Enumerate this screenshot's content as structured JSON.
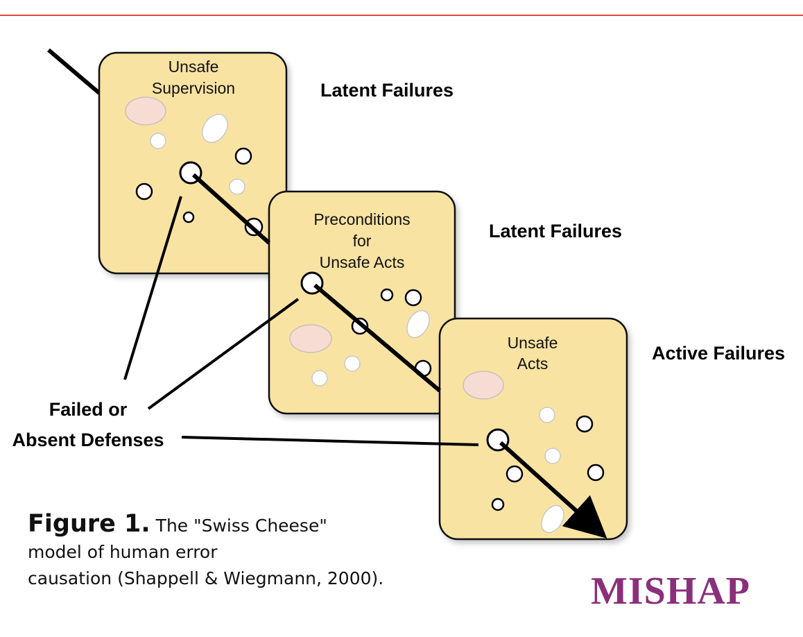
{
  "colors": {
    "rule": "#d9493a",
    "slice_fill": "#f9e3a3",
    "slice_stroke": "#111111",
    "pink_hole": "#f6dcd3",
    "brand": "#8a2f7a"
  },
  "slices": [
    {
      "label_lines": [
        "Unsafe",
        "Supervision"
      ]
    },
    {
      "label_lines": [
        "Preconditions",
        "for",
        "Unsafe Acts"
      ]
    },
    {
      "label_lines": [
        "Unsafe",
        "Acts"
      ]
    }
  ],
  "failure_labels": [
    "Latent Failures",
    "Latent Failures",
    "Active Failures"
  ],
  "defenses_label": [
    "Failed or",
    "Absent Defenses"
  ],
  "caption": {
    "figure_number": "Figure 1.",
    "line1": "The \"Swiss Cheese\"",
    "line2": "model of human error",
    "line3": "causation (Shappell & Wiegmann, 2000)."
  },
  "brand": "MISHAP"
}
